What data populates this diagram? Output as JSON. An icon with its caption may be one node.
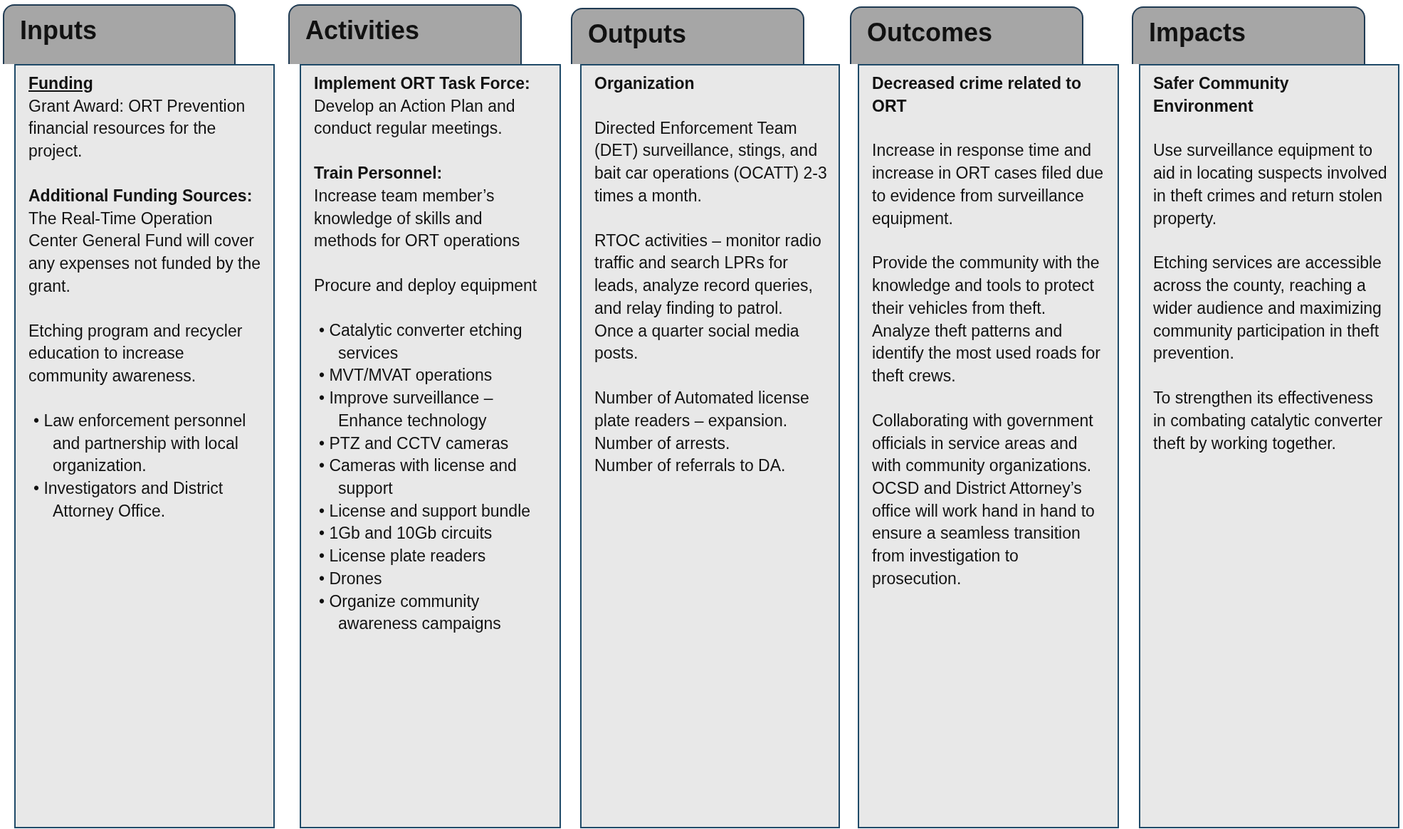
{
  "diagram": {
    "nodes": [
      {
        "text": [
          "Inputs"
        ]
      },
      {
        "text": [
          "Funding",
          "Grant Award: ORT Prevention financial resources for the project.",
          "**Additional Funding Sources:**  The Real-Time Operation Center General Fund will cover any expenses not funded by the grant.",
          "Etching program and recycler education to increase community awareness.",
          "• Law enforcement personnel and partnership with local organization.",
          "• Investigators and District Attorney Office."
        ]
      },
      {
        "text": [
          "Activities"
        ]
      },
      {
        "text": [
          "**Implement ORT Task Force:** Develop an Action Plan and conduct regular meetings.",
          "Train Personnel:",
          "Increase team member’s knowledge of skills and methods for ORT operations",
          "Procure and deploy equipment",
          "• Catalytic converter etching services",
          "• MVT/MVAT operations",
          "• Improve surveillance – Enhance technology",
          "• PTZ and CCTV cameras",
          "• Cameras with license and support",
          "• License and support bundle",
          "• 1Gb and 10Gb circuits",
          "• License plate readers",
          "• Drones",
          "• Organize community awareness campaigns"
        ]
      },
      {
        "text": [
          "Outputs"
        ]
      },
      {
        "text": [
          "Organization",
          "Directed Enforcement Team (DET) surveillance, stings, and bait car operations (OCATT) 2-3 times a month.",
          "RTOC activities – monitor radio traffic and search LPRs for leads, analyze record queries, and relay finding to patrol.",
          "Once a quarter social media posts.",
          "Number of Automated license plate readers – expansion.",
          "Number of arrests.",
          "Number of referrals to DA."
        ]
      },
      {
        "text": [
          "Outcomes"
        ]
      },
      {
        "text": [
          "Decreased crime related to ORT",
          "Increase in response time and increase in ORT cases filed due to evidence from surveillance equipment.",
          "Provide the community with the knowledge and tools to protect their vehicles from theft.",
          "Analyze theft patterns and identify the most used roads for theft crews.",
          "Collaborating with government officials in service areas and with community organizations.",
          "OCSD and District Attorney’s office will work hand in hand to ensure a seamless transition from investigation to prosecution."
        ]
      },
      {
        "text": [
          "Impacts"
        ]
      },
      {
        "text": [
          "Safer Community Environment",
          "Use surveillance equipment to aid in locating suspects involved in theft crimes and return stolen property.",
          "Etching services are accessible across the county, reaching a wider audience and maximizing community participation in theft prevention.",
          "To strengthen its effectiveness in combating catalytic converter theft by working together."
        ]
      }
    ]
  }
}
